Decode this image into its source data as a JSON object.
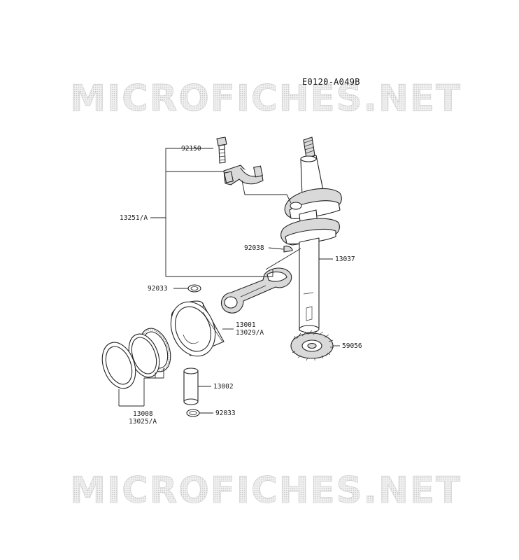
{
  "diagram_code": "E0120-A049B",
  "watermark_text": "MICROFICHES.NET",
  "part_labels": {
    "p92150": "92150",
    "p13251": "13251/A",
    "p92038": "92038",
    "p13037": "13037",
    "p92033_top": "92033",
    "p13001": "13001",
    "p13029": "13029/A",
    "p59056": "59056",
    "p13002": "13002",
    "p13008": "13008",
    "p13025": "13025/A",
    "p92033_bottom": "92033"
  }
}
